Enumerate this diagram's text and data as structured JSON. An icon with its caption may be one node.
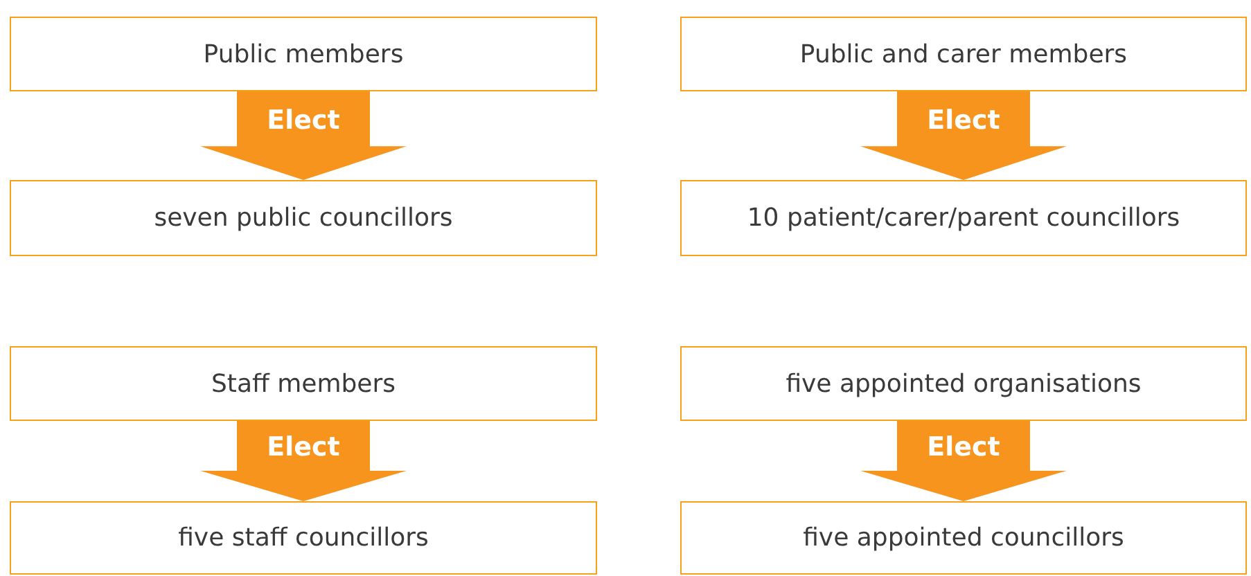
{
  "diagram": {
    "nodes": [
      {
        "text": [
          "Public members"
        ]
      },
      {
        "text": [
          "seven public councillors"
        ]
      },
      {
        "text": [
          "Public and carer members"
        ]
      },
      {
        "text": [
          "10 patient/carer/parent councillors"
        ]
      },
      {
        "text": [
          "Staff members"
        ]
      },
      {
        "text": [
          "five staff councillors"
        ]
      },
      {
        "text": [
          "five appointed organisations"
        ]
      },
      {
        "text": [
          "five appointed councillors"
        ]
      }
    ],
    "edges": [
      {
        "from": 0,
        "to": 1,
        "arrow": "to",
        "label": "Elect",
        "style": "thick"
      },
      {
        "from": 2,
        "to": 3,
        "arrow": "to",
        "label": "Elect",
        "style": "thick"
      },
      {
        "from": 4,
        "to": 5,
        "arrow": "to",
        "label": "Elect",
        "style": "thick"
      },
      {
        "from": 6,
        "to": 7,
        "arrow": "to",
        "label": "Elect",
        "style": "thick"
      }
    ]
  }
}
